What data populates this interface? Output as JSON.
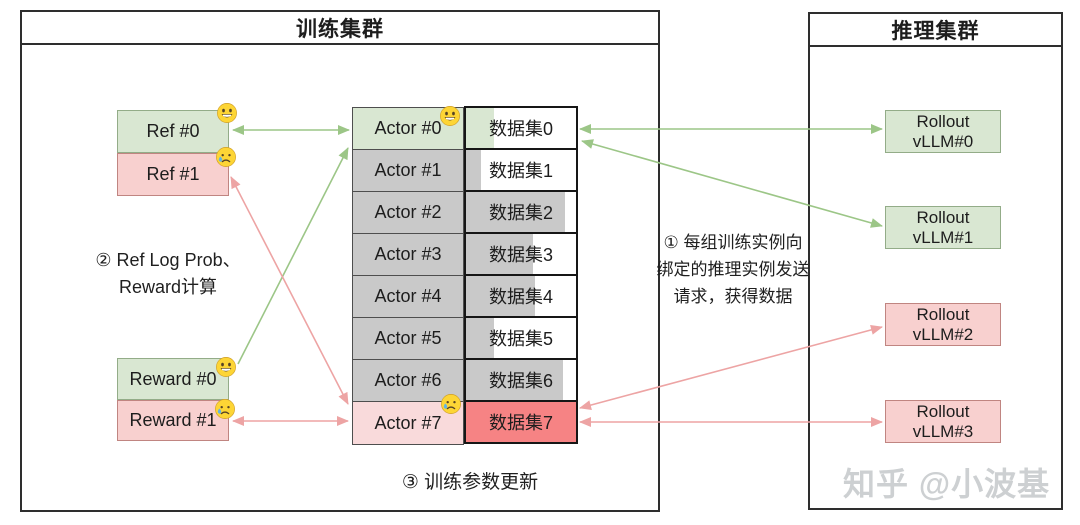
{
  "training_cluster": {
    "title": "训练集群",
    "refs": [
      {
        "label": "Ref #0",
        "mood": "happy"
      },
      {
        "label": "Ref #1",
        "mood": "sad"
      }
    ],
    "rewards": [
      {
        "label": "Reward #0",
        "mood": "happy"
      },
      {
        "label": "Reward #1",
        "mood": "sad"
      }
    ],
    "actors": [
      {
        "label": "Actor #0",
        "mood": "happy"
      },
      {
        "label": "Actor #1"
      },
      {
        "label": "Actor #2"
      },
      {
        "label": "Actor #3"
      },
      {
        "label": "Actor #4"
      },
      {
        "label": "Actor #5"
      },
      {
        "label": "Actor #6"
      },
      {
        "label": "Actor #7",
        "mood": "sad"
      }
    ],
    "datasets": [
      {
        "label": "数据集0",
        "progress": "25%",
        "fill": "#d9e7d2"
      },
      {
        "label": "数据集1",
        "progress": "14%",
        "fill": "#c9c9c9"
      },
      {
        "label": "数据集2",
        "progress": "90%",
        "fill": "#c9c9c9"
      },
      {
        "label": "数据集3",
        "progress": "61%",
        "fill": "#c9c9c9"
      },
      {
        "label": "数据集4",
        "progress": "63%",
        "fill": "#c9c9c9"
      },
      {
        "label": "数据集5",
        "progress": "25%",
        "fill": "#c9c9c9"
      },
      {
        "label": "数据集6",
        "progress": "88%",
        "fill": "#c9c9c9"
      },
      {
        "label": "数据集7",
        "progress": "100%",
        "fill": "#f68384"
      }
    ],
    "step2_label": "② Ref Log Prob、\nReward计算",
    "step3_label": "③ 训练参数更新"
  },
  "inference_cluster": {
    "title": "推理集群",
    "rollouts": [
      {
        "line1": "Rollout",
        "line2": "vLLM#0",
        "type": "green"
      },
      {
        "line1": "Rollout",
        "line2": "vLLM#1",
        "type": "green"
      },
      {
        "line1": "Rollout",
        "line2": "vLLM#2",
        "type": "pink"
      },
      {
        "line1": "Rollout",
        "line2": "vLLM#3",
        "type": "pink"
      }
    ]
  },
  "step1_label": "① 每组训练实例向\n绑定的推理实例发送\n请求，获得数据",
  "watermark": "知乎 @小波基",
  "colors": {
    "green_fill": "#d9e7d2",
    "green_border": "#93ac88",
    "pink_fill": "#f8d0cf",
    "pink_border": "#c08581",
    "actor_gray": "#c9c9c9",
    "actor7_fill": "#f9dadb",
    "dataset7_fill": "#f68384",
    "arrow_green": "#9cc687",
    "arrow_pink": "#eda4a4"
  }
}
